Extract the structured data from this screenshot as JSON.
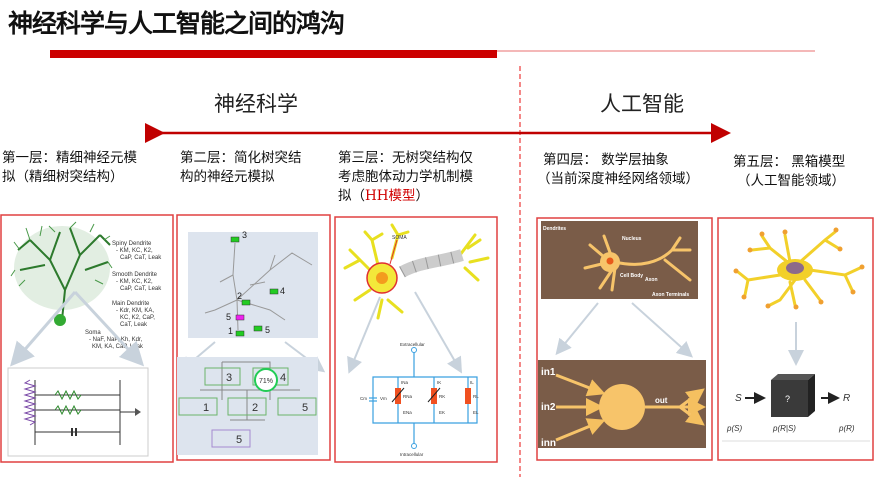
{
  "title": "神经科学与人工智能之间的鸿沟",
  "sections": {
    "left": "神经科学",
    "right": "人工智能"
  },
  "colors": {
    "accent": "#cc0000",
    "panel_border": "#e04040",
    "divider": "#f07070"
  },
  "layers": [
    {
      "line1": "第一层：精细神经元模",
      "line2": "拟（精细树突结构）"
    },
    {
      "line1": "第二层：简化树突结",
      "line2": "构的神经元模拟"
    },
    {
      "line1": "第三层：无树突结构仅",
      "line2": "考虑胞体动力学机制模",
      "line3_prefix": "拟（",
      "line3_highlight": "HH模型",
      "line3_suffix": "）"
    },
    {
      "line1": "第四层： 数学层抽象",
      "line2": "（当前深度神经网络领域）"
    },
    {
      "line1": "第五层： 黑箱模型",
      "line2": "（人工智能领域）"
    }
  ],
  "panel1": {
    "labels": [
      {
        "name": "Spiny Dendrite",
        "detail1": "- KM, KC, K2,",
        "detail2": "CaP, CaT, Leak"
      },
      {
        "name": "Smooth Dendrite",
        "detail1": "- KM, KC, K2,",
        "detail2": "CaP, CaT, Leak"
      },
      {
        "name": "Main Dendrite",
        "detail1": "- Kdr, KM, KA,",
        "detail2": "KC, K2, CaP,",
        "detail3": "CaT, Leak"
      },
      {
        "name": "Soma",
        "detail1": "- NaF, NaP, Kh, Kdr,",
        "detail2": "KM, KA, CaP, Leak"
      }
    ]
  },
  "panel2": {
    "markers": [
      "3",
      "4",
      "2",
      "5",
      "1",
      "5"
    ],
    "compartments": [
      "3",
      "4",
      "1",
      "2",
      "5",
      "5"
    ],
    "percent": "71%"
  },
  "panel3": {
    "soma_label": "SOMA",
    "extracellular": "Extracellular",
    "intracellular": "Intracellular",
    "components": [
      "Cm",
      "Vm",
      "INa",
      "RNa",
      "ENa",
      "IK",
      "RK",
      "EK",
      "IL",
      "RL",
      "EL"
    ]
  },
  "panel4": {
    "labels": [
      "Dendrites",
      "Nucleus",
      "Cell Body",
      "Axon",
      "Axon Terminals"
    ],
    "inputs": [
      "in1",
      "in2",
      "inn"
    ],
    "output": "out"
  },
  "panel5": {
    "input": "S",
    "output": "R",
    "box": "?",
    "p_input": "p(S)",
    "p_box": "p(R|S)",
    "p_output": "p(R)"
  }
}
